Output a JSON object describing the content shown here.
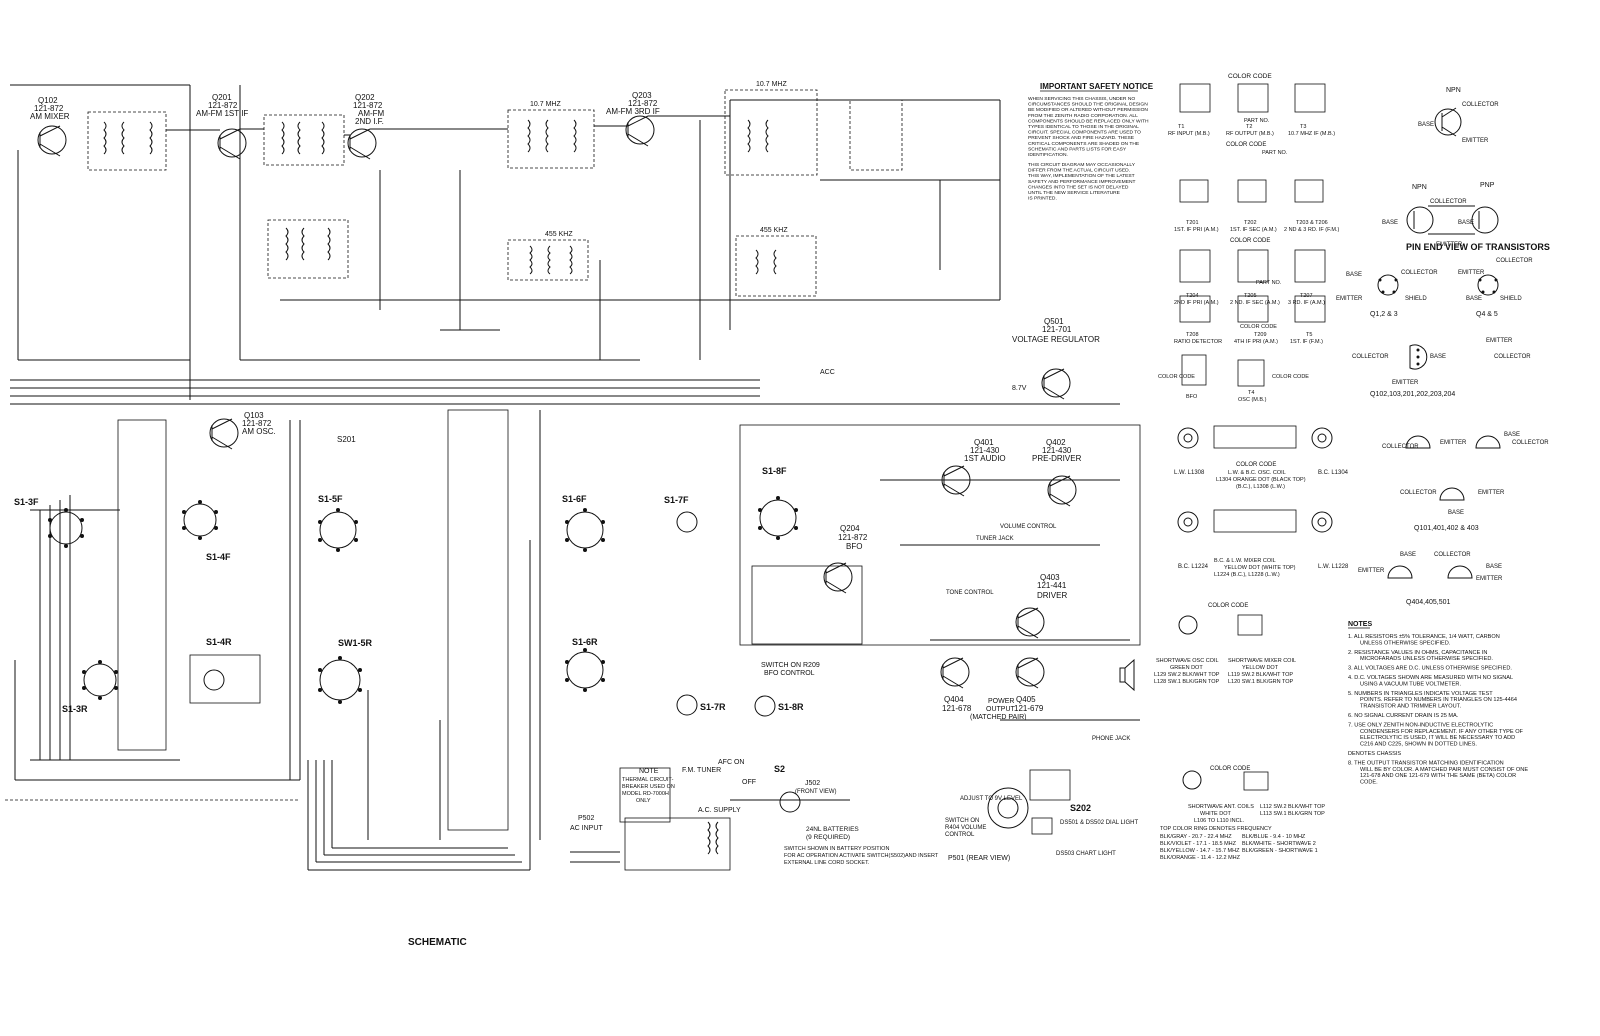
{
  "page": {
    "footer_label": "SCHEMATIC"
  },
  "stages": {
    "q102": {
      "ref": "Q102",
      "part": "121-872",
      "func": "AM MIXER"
    },
    "q201": {
      "ref": "Q201",
      "part": "121-872",
      "func": "AM-FM 1ST IF"
    },
    "q202": {
      "ref": "Q202",
      "part": "121-872",
      "func1": "AM-FM",
      "func2": "2ND I.F."
    },
    "q203": {
      "ref": "Q203",
      "part": "121-872",
      "func": "AM-FM 3RD IF"
    },
    "q103": {
      "ref": "Q103",
      "part": "121-872",
      "func": "AM OSC."
    },
    "q204": {
      "ref": "Q204",
      "part": "121-872",
      "func": "BFO"
    },
    "q401": {
      "ref": "Q401",
      "part": "121-430",
      "func": "1ST AUDIO"
    },
    "q402": {
      "ref": "Q402",
      "part": "121-430",
      "func": "PRE-DRIVER"
    },
    "q403": {
      "ref": "Q403",
      "part": "121-441",
      "func": "DRIVER"
    },
    "q404": {
      "ref": "Q404",
      "part": "121-678"
    },
    "q405": {
      "ref": "Q405",
      "part": "121-679"
    },
    "output": {
      "l1": "POWER",
      "l2": "OUTPUT",
      "l3": "(MATCHED PAIR)"
    },
    "q501": {
      "ref": "Q501",
      "part": "121-701",
      "func": "VOLTAGE REGULATOR"
    }
  },
  "switches": {
    "s1_3f": "S1-3F",
    "s1_4f": "S1-4F",
    "s1_4r": "S1-4R",
    "s1_3r": "S1-3R",
    "s1_5f": "S1-5F",
    "sw1_5r": "SW1-5R",
    "s1_6f": "S1-6F",
    "s1_6r": "S1-6R",
    "s1_7f": "S1-7F",
    "s1_7r": "S1-7R",
    "s1_8f": "S1-8F",
    "s1_8r": "S1-8R",
    "s201": "S201",
    "s202": "S202",
    "s2": "S2"
  },
  "labels": {
    "t208_freq": "10.7 MHZ",
    "t209_freq": "455 KHZ",
    "t207_freq": "455 KHZ",
    "t206_freq": "10.7 MHZ",
    "switch_r209": "SWITCH ON R209",
    "bfo_control": "BFO CONTROL",
    "tone_control": "TONE CONTROL",
    "volume_control": "VOLUME CONTROL",
    "tuner_jack": "TUNER JACK",
    "phone_jack": "PHONE JACK",
    "fm_tuner": "F.M. TUNER",
    "afc_on": "AFC ON",
    "afc_off": "OFF",
    "ac_supply": "A.C. SUPPLY",
    "ac_input": "AC INPUT",
    "p502": "P502",
    "p501": "P501 (REAR VIEW)",
    "j502": "J502",
    "front_view": "(FRONT VIEW)",
    "batteries_1": "24NL BATTERIES",
    "batteries_2": "(9 REQUIRED)",
    "battery_note_1": "SWITCH SHOWN IN BATTERY POSITION",
    "battery_note_2": "FOR AC OPERATION ACTIVATE SWITCH(S502)AND INSERT",
    "battery_note_3": "EXTERNAL LINE CORD SOCKET.",
    "thermal_note_title": "NOTE",
    "thermal_note_1": "THERMAL CIRCUIT-",
    "thermal_note_2": "BREAKER USED ON",
    "thermal_note_3": "MODEL RD-7000H",
    "thermal_note_4": "ONLY",
    "adjust_9v": "ADJUST TO 9V LEVEL",
    "switch_r404_1": "SWITCH ON",
    "switch_r404_2": "R404 VOLUME",
    "switch_r404_3": "CONTROL",
    "dial_light": "DS501 & DS502 DIAL LIGHT",
    "chart_light": "DS503 CHART LIGHT",
    "acc": "ACC",
    "v87": "8.7V"
  },
  "safety": {
    "title": "IMPORTANT SAFETY NOTICE",
    "para1": [
      "WHEN SERVICING THIS CHASSIS, UNDER NO",
      "CIRCUMSTANCES SHOULD THE ORIGINAL DESIGN",
      "BE MODIFIED OR ALTERED WITHOUT PERMISSION",
      "FROM THE ZENITH RADIO CORPORATION. ALL",
      "COMPONENTS SHOULD BE REPLACED ONLY WITH",
      "TYPES IDENTICAL TO THOSE IN THE ORIGINAL",
      "CIRCUIT. SPECIAL COMPONENTS ARE USED TO",
      "PREVENT SHOCK AND FIRE HAZARD. THESE",
      "CRITICAL COMPONENTS ARE SHADED ON THE",
      "SCHEMATIC AND PARTS LISTS FOR EASY",
      "IDENTIFICATION."
    ],
    "para2": [
      "THIS CIRCUIT DIAGRAM MAY OCCASIONALLY",
      "DIFFER FROM THE ACTUAL CIRCUIT USED.",
      "THIS WAY, IMPLEMENTATION OF THE LATEST",
      "SAFETY AND PERFORMANCE IMPROVEMENT",
      "CHANGES INTO THE SET IS NOT DELAYED",
      "UNTIL THE NEW SERVICE LITERATURE",
      "IS PRINTED."
    ]
  },
  "xfmr_views": {
    "color_code": "COLOR CODE",
    "part_no": "PART NO.",
    "row1": [
      "T1",
      "RF INPUT (M.B.)",
      "T2",
      "RF OUTPUT (M.B.)",
      "T3",
      "10.7 MHZ IF (M.B.)"
    ],
    "row2": [
      "T201",
      "1ST. IF PRI (A.M.)",
      "T202",
      "1ST. IF SEC (A.M.)",
      "T203 & T206",
      "2 ND & 3 RD. IF (F.M.)"
    ],
    "row3": [
      "T204",
      "2ND IF PRI (A.M.)",
      "T205",
      "2 ND. IF SEC (A.M.)",
      "T207",
      "3 RD. IF (A.M.)"
    ],
    "row4": [
      "T208",
      "RATIO DETECTOR",
      "T209",
      "4TH IF PRI (A.M.)",
      "T5",
      "1ST. IF (F.M.)"
    ],
    "row5": [
      "T4",
      "OSC (M.B.)",
      "BFO"
    ]
  },
  "transistors": {
    "npn": "NPN",
    "pnp": "PNP",
    "collector": "COLLECTOR",
    "emitter": "EMITTER",
    "base": "BASE",
    "shield": "SHIELD",
    "pin_title": "PIN END VIEW OF TRANSISTORS",
    "group1": "Q1,2 & 3",
    "group2": "Q4 & 5",
    "group3": "Q102,103,201,202,203,204",
    "group4": "Q101,401,402 & 403",
    "group5": "Q404,405,501"
  },
  "coils": {
    "lw_l1308": "L.W. L1308",
    "bc_l1304": "B.C. L1304",
    "osc_coil_1": "L.W. & B.C. OSC. COIL",
    "osc_coil_2": "L1304 ORANGE DOT (BLACK TOP)",
    "osc_coil_3": "(B.C.), L1308 (L.W.)",
    "mixer_coil_1": "B.C. & L.W. MIXER COIL",
    "mixer_coil_2": "YELLOW DOT (WHITE TOP)",
    "mixer_coil_3": "L1224 (B.C.), L1228 (L.W.)",
    "bc_l1224": "B.C. L1224",
    "lw_l1228": "L.W. L1228",
    "sw_osc_1": "SHORTWAVE OSC COIL",
    "sw_osc_2": "GREEN DOT",
    "sw_osc_3": "L129 SW.2 BLK/WHT TOP",
    "sw_osc_4": "L128 SW.1 BLK/GRN TOP",
    "sw_mix_1": "SHORTWAVE MIXER COIL",
    "sw_mix_2": "YELLOW DOT",
    "sw_mix_3": "L119 SW.2 BLK/WHT TOP",
    "sw_mix_4": "L120 SW.1 BLK/GRN TOP",
    "sw_ant_1": "SHORTWAVE ANT. COILS",
    "sw_ant_2": "WHITE DOT",
    "sw_ant_3": "L106 TO L110 INCL.",
    "sw_ant_4": "L112 SW.2 BLK/WHT TOP",
    "sw_ant_5": "L113 SW.1 BLK/GRN TOP",
    "top_color": "TOP COLOR RING DENOTES FREQUENCY",
    "freq_left": [
      "BLK/GRAY - 20.7 - 22.4 MHZ",
      "BLK/VIOLET - 17.1 - 18.5 MHZ",
      "BLK/YELLOW - 14.7 - 15.7 MHZ",
      "BLK/ORANGE - 11.4 - 12.2 MHZ"
    ],
    "freq_right": [
      "BLK/BLUE - 9.4 - 10 MHZ",
      "BLK/WHITE - SHORTWAVE 2",
      "BLK/GREEN - SHORTWAVE 1"
    ]
  },
  "notes": {
    "title": "NOTES",
    "items": [
      "1. ALL RESISTORS ±5% TOLERANCE, 1/4 WATT, CARBON UNLESS OTHERWISE SPECIFIED.",
      "2. RESISTANCE VALUES IN OHMS, CAPACITANCE IN MICROFARADS UNLESS OTHERWISE SPECIFIED.",
      "3. ALL VOLTAGES ARE D.C. UNLESS OTHERWISE SPECIFIED.",
      "4. D.C. VOLTAGES SHOWN ARE MEASURED WITH NO SIGNAL USING A VACUUM TUBE VOLTMETER.",
      "5. NUMBERS IN TRIANGLES INDICATE VOLTAGE TEST POINTS. REFER TO NUMBERS IN TRIANGLES ON 125-4464 TRANSISTOR AND TRIMMER LAYOUT.",
      "6. NO SIGNAL CURRENT DRAIN IS 25 MA.",
      "7. USE ONLY ZENITH NON-INDUCTIVE ELECTROLYTIC CONDENSERS FOR REPLACEMENT. IF ANY OTHER TYPE OF ELECTROLYTIC IS USED, IT WILL BE NECESSARY TO ADD C216 AND C225, SHOWN IN DOTTED LINES.",
      "DENOTES CHASSIS",
      "8. THE OUTPUT TRANSISTOR MATCHING IDENTIFICATION WILL BE BY COLOR. A MATCHED PAIR MUST CONSIST OF ONE 121-678 AND ONE 121-679 WITH THE SAME (BETA) COLOR CODE."
    ]
  }
}
